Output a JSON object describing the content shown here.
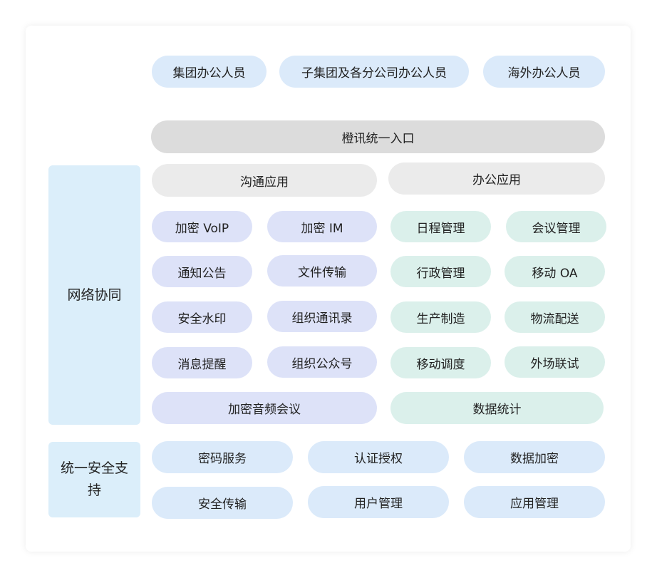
{
  "users": [
    "集团办公人员",
    "子集团及各分公司办公人员",
    "海外办公人员"
  ],
  "entry": "橙讯统一入口",
  "network": {
    "label": "网络协同",
    "comm_header": "沟通应用",
    "office_header": "办公应用",
    "comm_items": [
      "加密 VoIP",
      "加密 IM",
      "通知公告",
      "文件传输",
      "安全水印",
      "组织通讯录",
      "消息提醒",
      "组织公众号",
      "加密音频会议"
    ],
    "office_items": [
      "日程管理",
      "会议管理",
      "行政管理",
      "移动 OA",
      "生产制造",
      "物流配送",
      "移动调度",
      "外场联试",
      "数据统计"
    ]
  },
  "security": {
    "label": "统一安全支持",
    "items": [
      "密码服务",
      "认证授权",
      "数据加密",
      "安全传输",
      "用户管理",
      "应用管理"
    ]
  }
}
